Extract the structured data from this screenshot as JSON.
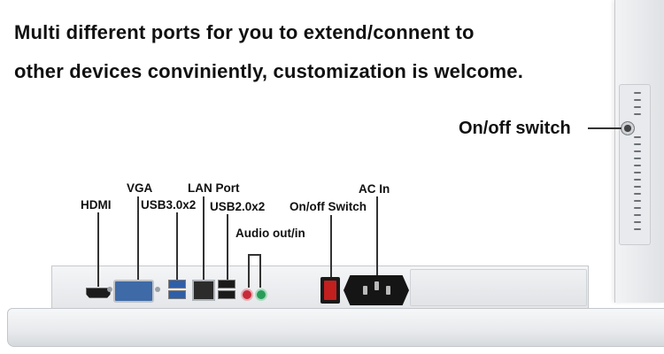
{
  "headline": {
    "line1": "Multi different ports for you to extend/connent to",
    "line2": "other devices conviniently, customization is welcome."
  },
  "labels": {
    "hdmi": "HDMI",
    "vga": "VGA",
    "usb30": "USB3.0x2",
    "lan": "LAN Port",
    "usb20": "USB2.0x2",
    "audio": "Audio out/in",
    "onoff": "On/off Switch",
    "ac": "AC In",
    "side_onoff": "On/off switch"
  },
  "colors": {
    "vga_port": "#3e6aa7",
    "usb3_port": "#2f5fa8",
    "rocker_switch": "#c21f1f",
    "audio_out": "#c72b3a",
    "audio_in": "#2a9c5a"
  }
}
